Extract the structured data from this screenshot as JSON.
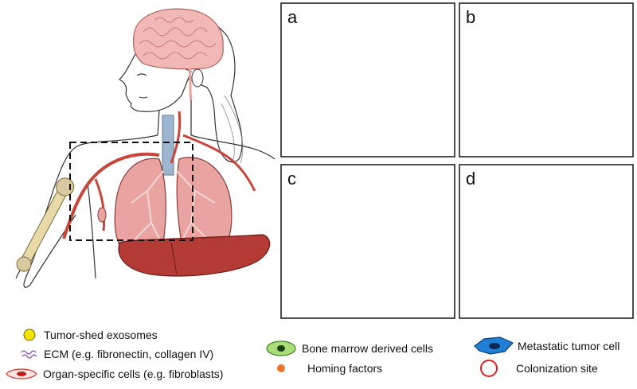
{
  "panels": [
    {
      "id": "a",
      "label": "a"
    },
    {
      "id": "b",
      "label": "b"
    },
    {
      "id": "c",
      "label": "c"
    },
    {
      "id": "d",
      "label": "d"
    }
  ],
  "legend": {
    "exosomes": "Tumor-shed exosomes",
    "ecm": "ECM (e.g. fibronectin, collagen IV)",
    "organ_cells": "Organ-specific cells (e.g. fibroblasts)",
    "bmdc": "Bone marrow derived cells",
    "homing": "Homing factors",
    "tumor_cell": "Metastatic tumor cell",
    "colonization": "Colonization site"
  },
  "colors": {
    "exosome": "#f2e300",
    "homing": "#e8782a",
    "bmdc": "#6fbf3a",
    "tumor": "#1f7fd6",
    "colonization": "#e02020",
    "organ_cell": "#e0392f",
    "ecm": "#8a4fb8",
    "lung": "#e9a3a0",
    "vessel": "#c9453a",
    "arrow_yellow": "#f4ea00",
    "arrow_green": "#5fcf3a",
    "arrow_cyan": "#6fd8ea",
    "arrow_orange": "#f39a14"
  }
}
